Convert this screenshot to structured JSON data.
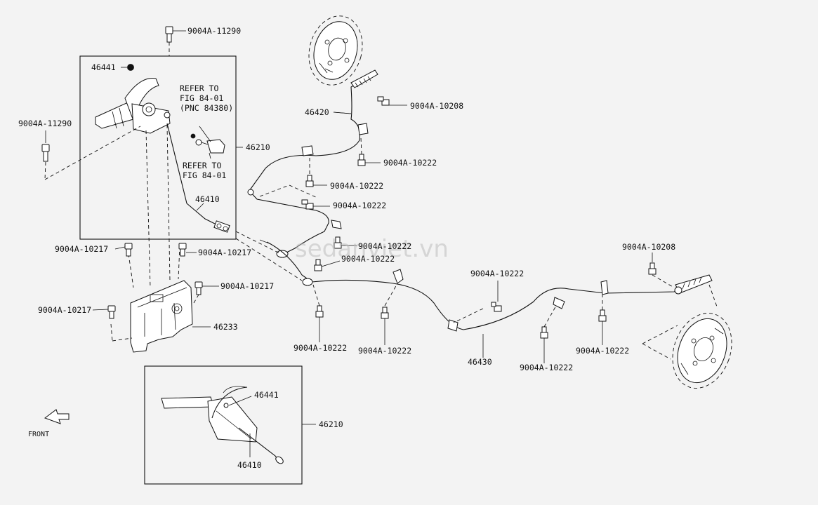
{
  "labels": {
    "bolt_top": "9004A-11290",
    "bolt_left": "9004A-11290",
    "grip_top": "46441",
    "refer_1": [
      "REFER TO",
      "FIG 84-01",
      "(PNC 84380)"
    ],
    "refer_2": [
      "REFER TO",
      "FIG 84-01"
    ],
    "lever_assy": "46210",
    "cable_front": "46410",
    "cable_right_upper": "46420",
    "bolt_208_top": "9004A-10208",
    "bolt_222_a": "9004A-10222",
    "bolt_222_b": "9004A-10222",
    "bolt_222_c": "9004A-10222",
    "bolt_222_d": "9004A-10222",
    "bolt_222_e": "9004A-10222",
    "bolt_217_a": "9004A-10217",
    "bolt_217_b": "9004A-10217",
    "bolt_217_c": "9004A-10217",
    "bolt_217_d": "9004A-10217",
    "bracket": "46233",
    "bolt_222_f": "9004A-10222",
    "bolt_222_g": "9004A-10222",
    "cable_left_lower": "46430",
    "bolt_222_h": "9004A-10222",
    "bolt_208_right": "9004A-10208",
    "bolt_222_i": "9004A-10222",
    "bolt_222_j": "9004A-10222",
    "inset_grip": "46441",
    "inset_lever": "46210",
    "inset_cable": "46410",
    "front": "FRONT"
  },
  "watermark": "sedanviet.vn"
}
